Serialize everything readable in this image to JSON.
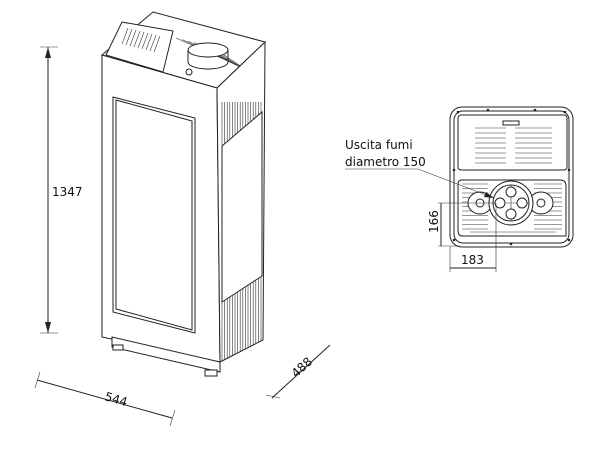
{
  "dimensions": {
    "height": "1347",
    "width": "544",
    "depth": "488",
    "flue_offset_vertical": "166",
    "flue_offset_horizontal": "183"
  },
  "callout": {
    "line1": "Uscita fumi",
    "line2": "diametro 150"
  }
}
